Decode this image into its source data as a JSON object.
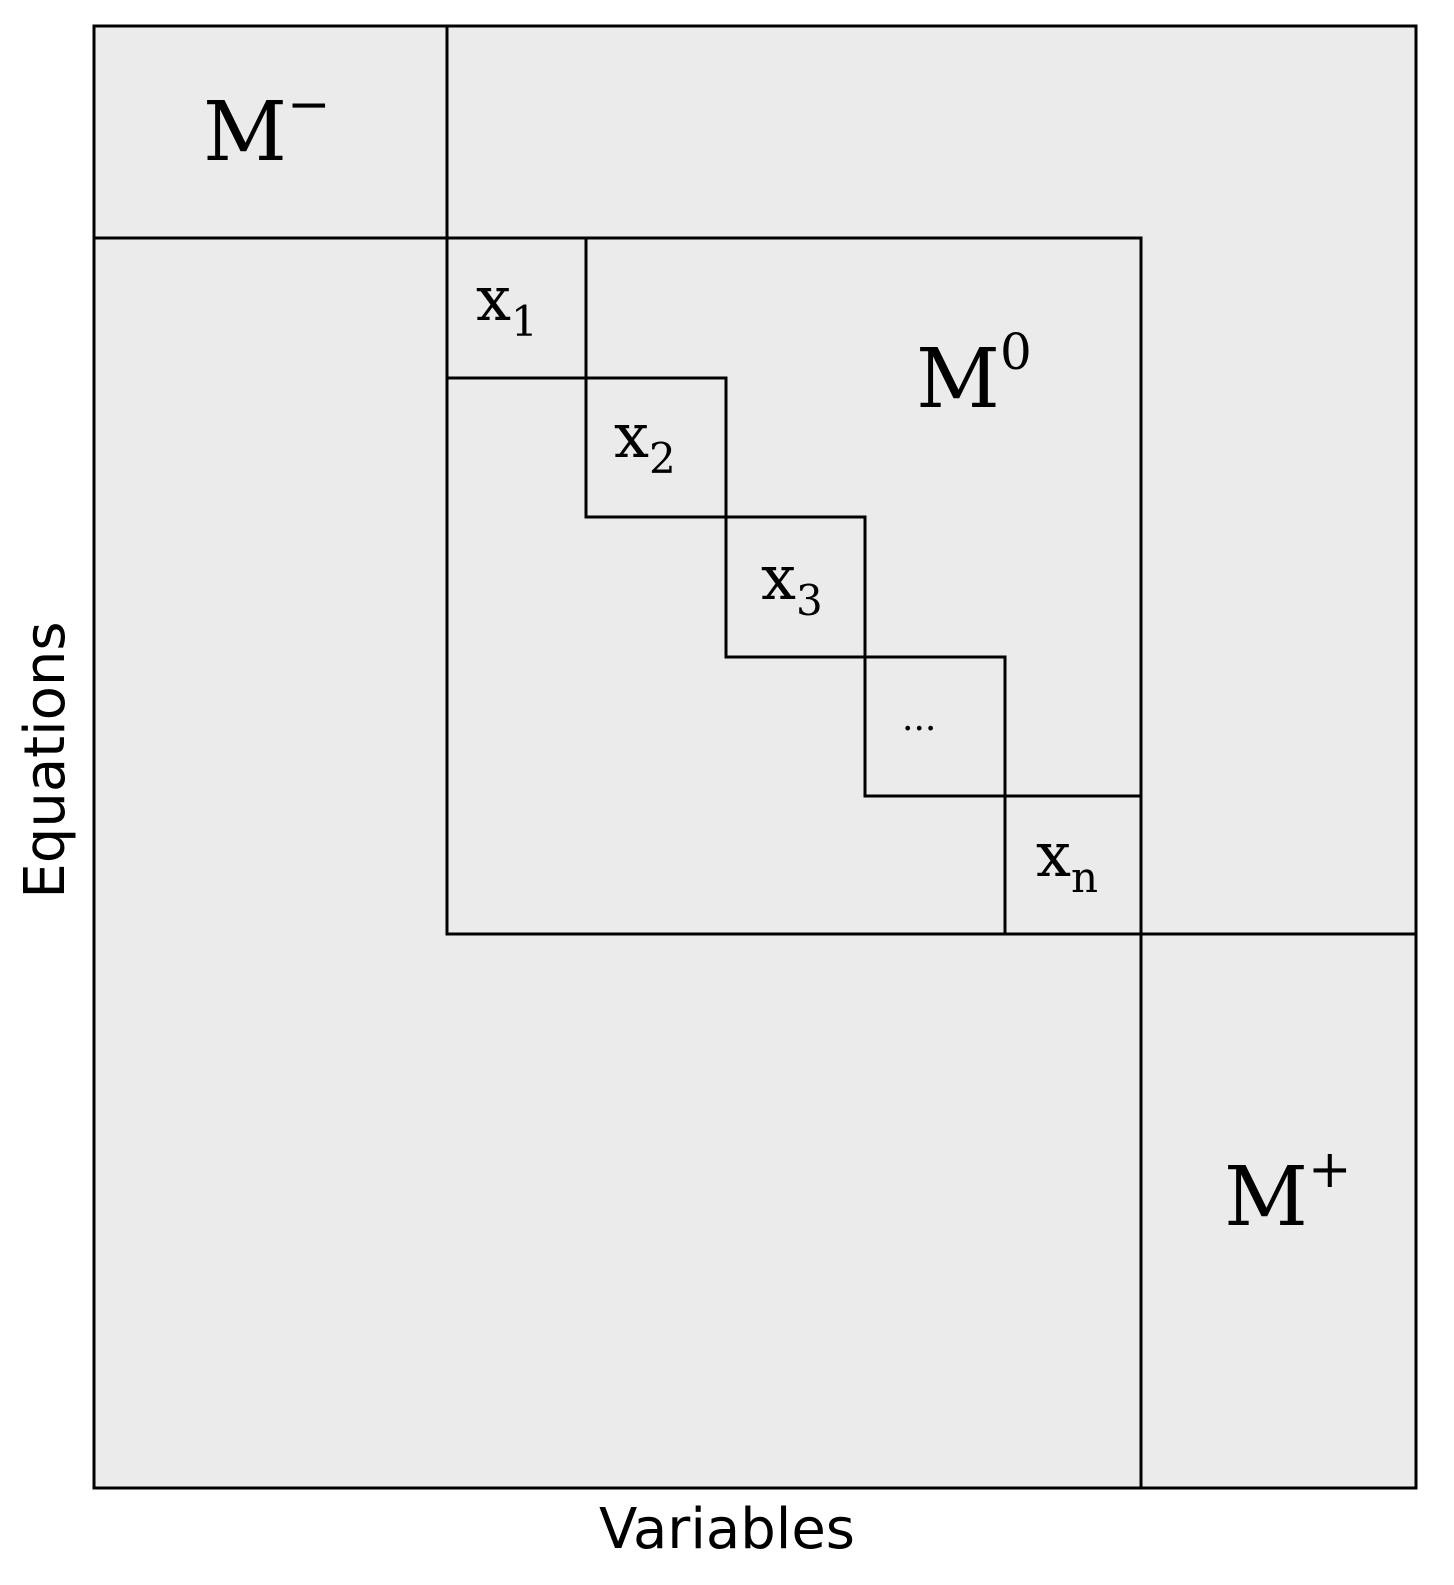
{
  "axis_labels": {
    "y": "Equations",
    "x": "Variables"
  },
  "blocks": {
    "m_minus": {
      "base": "M",
      "sup": "−"
    },
    "m_zero": {
      "base": "M",
      "sup": "0"
    },
    "m_plus": {
      "base": "M",
      "sup": "+"
    }
  },
  "diagonal_cells": [
    {
      "base": "x",
      "sub": "1"
    },
    {
      "base": "x",
      "sub": "2"
    },
    {
      "base": "x",
      "sub": "3"
    },
    {
      "base": "...",
      "sub": ""
    },
    {
      "base": "x",
      "sub": "n"
    }
  ],
  "colors": {
    "fill": "#ebebeb",
    "stroke": "#000000"
  }
}
